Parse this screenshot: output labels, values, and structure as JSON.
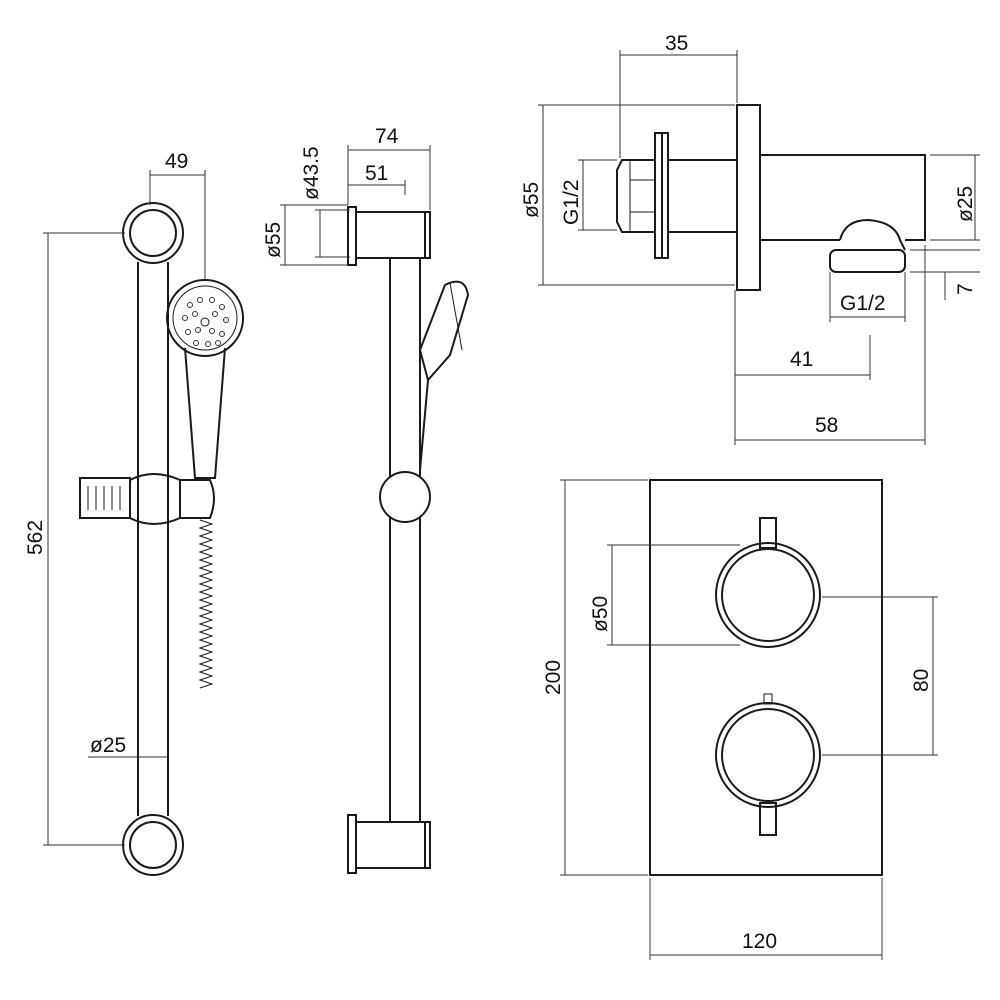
{
  "drawing": {
    "shower_rail_front": {
      "width_49": "49",
      "height_562": "562",
      "rail_diameter": "ø25"
    },
    "shower_rail_side": {
      "depth_74": "74",
      "depth_51": "51",
      "bracket_diameter": "ø43.5",
      "plate_diameter": "ø55"
    },
    "wall_outlet": {
      "depth_35": "35",
      "plate_diameter": "ø55",
      "inlet_thread": "G1/2",
      "pipe_diameter": "ø25",
      "outlet_height": "7",
      "outlet_thread": "G1/2",
      "projection_41": "41",
      "projection_58": "58"
    },
    "thermostatic_valve": {
      "height": "200",
      "knob_diameter": "ø50",
      "knob_spacing": "80",
      "width": "120"
    }
  }
}
